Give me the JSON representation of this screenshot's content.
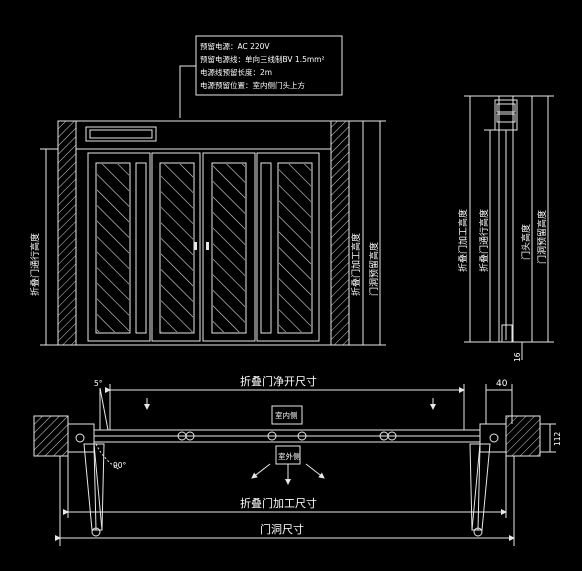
{
  "notes": {
    "line1": "预留电源：AC 220V",
    "line2": "预留电源线：单向三线制BV 1.5mm²",
    "line3": "电源线预留长度：2m",
    "line4": "电源预留位置：室内侧门头上方"
  },
  "front_view": {
    "left_dim": "折叠门通行高度",
    "right_dim_1": "折叠门加工高度",
    "right_dim_2": "门洞预留高度"
  },
  "side_view": {
    "dim_1": "折叠门加工高度",
    "dim_2": "折叠门通行高度",
    "dim_3": "门头高度",
    "dim_4": "门洞预留高度",
    "bottom_value": "16"
  },
  "plan_view": {
    "top_dim": "折叠门净开尺寸",
    "angle_top": "5°",
    "angle_swing": "90°",
    "width_40": "40",
    "depth_112": "112",
    "bottom_dim_1": "折叠门加工尺寸",
    "bottom_dim_2": "门洞尺寸",
    "label_top_box": "室内侧",
    "label_bottom_box": "室外侧"
  },
  "colors": {
    "background": "#000000",
    "line": "#e8e8e8"
  }
}
